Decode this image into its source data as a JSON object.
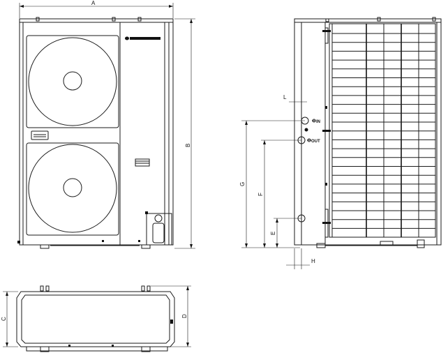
{
  "brand": "",
  "dimension_labels": {
    "a": "A",
    "b": "B",
    "c": "C",
    "d": "D",
    "e": "E",
    "f": "F",
    "g": "G",
    "h": "H",
    "l": "L"
  },
  "connections": {
    "inlet": "IN",
    "outlet": "OUT"
  }
}
